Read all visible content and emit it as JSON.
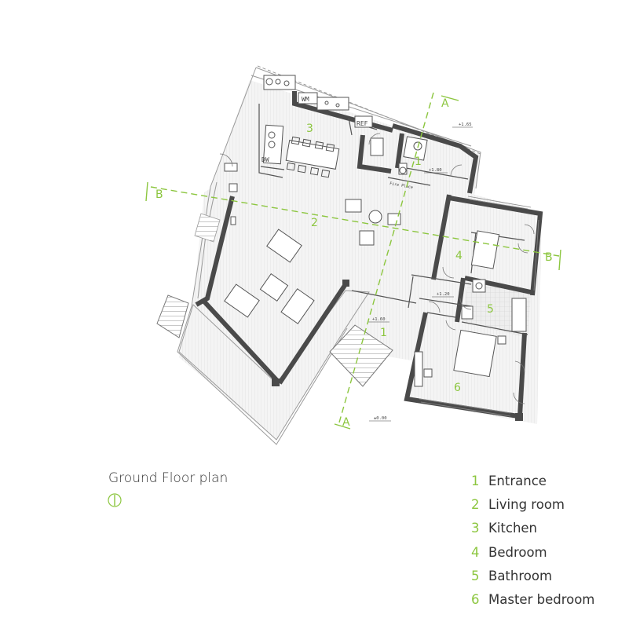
{
  "plan": {
    "title": "Ground Floor plan",
    "north_symbol": "north-arrow-icon",
    "accent_color": "#8cc63f",
    "wall_color": "#4a4a4a",
    "room_numbers": [
      "1",
      "2",
      "3",
      "4",
      "5",
      "6"
    ],
    "section_labels": {
      "a_top": "A",
      "a_bottom": "A",
      "b_left": "B",
      "b_right": "B"
    },
    "fixture_labels": {
      "wm": "WM",
      "ref": "REF",
      "dw": "DW",
      "fire_place": "Fire Place"
    },
    "levels": {
      "l1": "+1.65",
      "l2": "+1.80",
      "l3": "+1.20",
      "l4": "+1.60",
      "l5": "±0.00"
    }
  },
  "legend": [
    {
      "num": "1",
      "label": "Entrance"
    },
    {
      "num": "2",
      "label": "Living room"
    },
    {
      "num": "3",
      "label": "Kitchen"
    },
    {
      "num": "4",
      "label": "Bedroom"
    },
    {
      "num": "5",
      "label": "Bathroom"
    },
    {
      "num": "6",
      "label": "Master bedroom"
    }
  ]
}
